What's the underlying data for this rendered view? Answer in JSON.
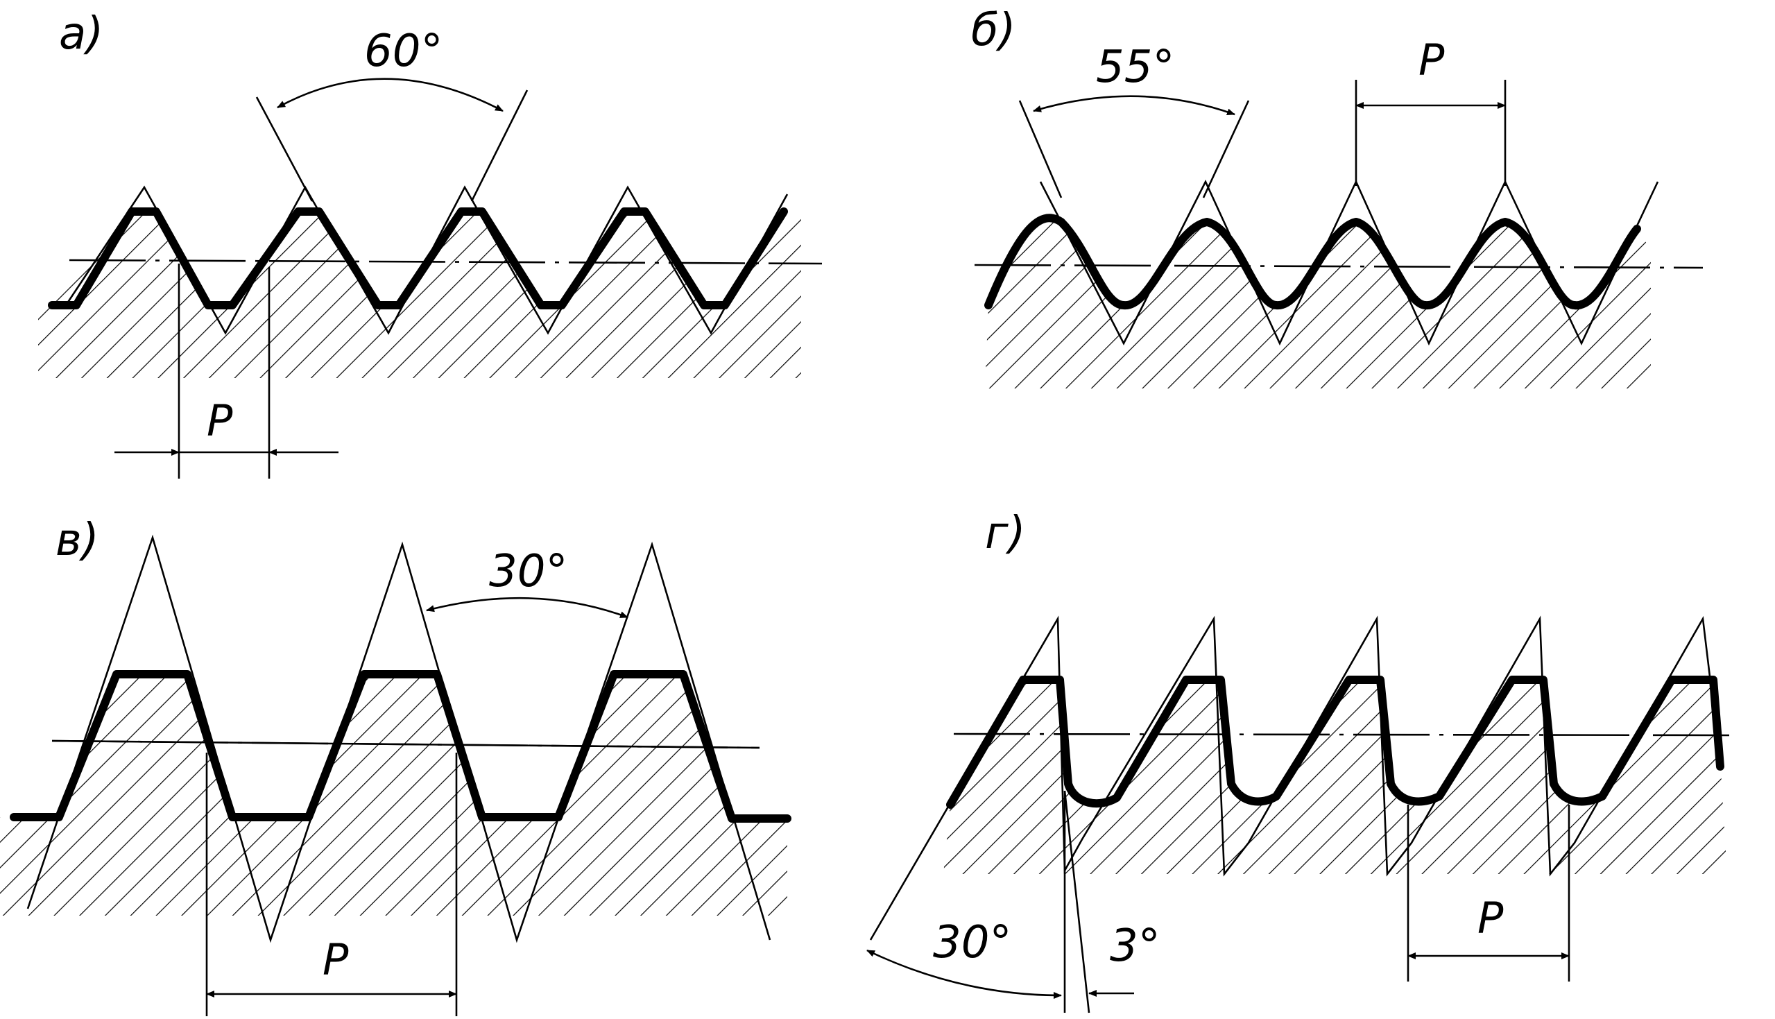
{
  "panels": [
    {
      "id": "a",
      "label": "а)",
      "angle": "60°",
      "pitch": "P"
    },
    {
      "id": "b",
      "label": "б)",
      "angle": "55°",
      "pitch": "P"
    },
    {
      "id": "v",
      "label": "в)",
      "angle": "30°",
      "pitch": "P"
    },
    {
      "id": "g",
      "label": "г)",
      "angle_left": "30°",
      "angle_right": "3°",
      "pitch": "P"
    }
  ]
}
